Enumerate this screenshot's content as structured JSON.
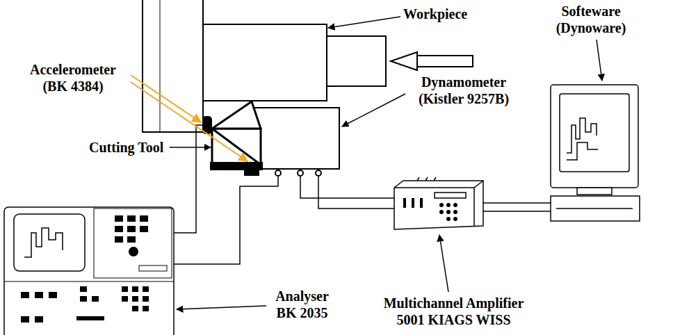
{
  "diagram": {
    "labels": [
      "Workpiece",
      "Softeware (Dynoware)",
      "Accelerometer (BK 4384)",
      "Dynamometer (Kistler 9257B)",
      "Cutting Tool",
      "Multichannel Amplifier 5001 KIAGS WISS",
      "Analyser BK 2035"
    ]
  }
}
